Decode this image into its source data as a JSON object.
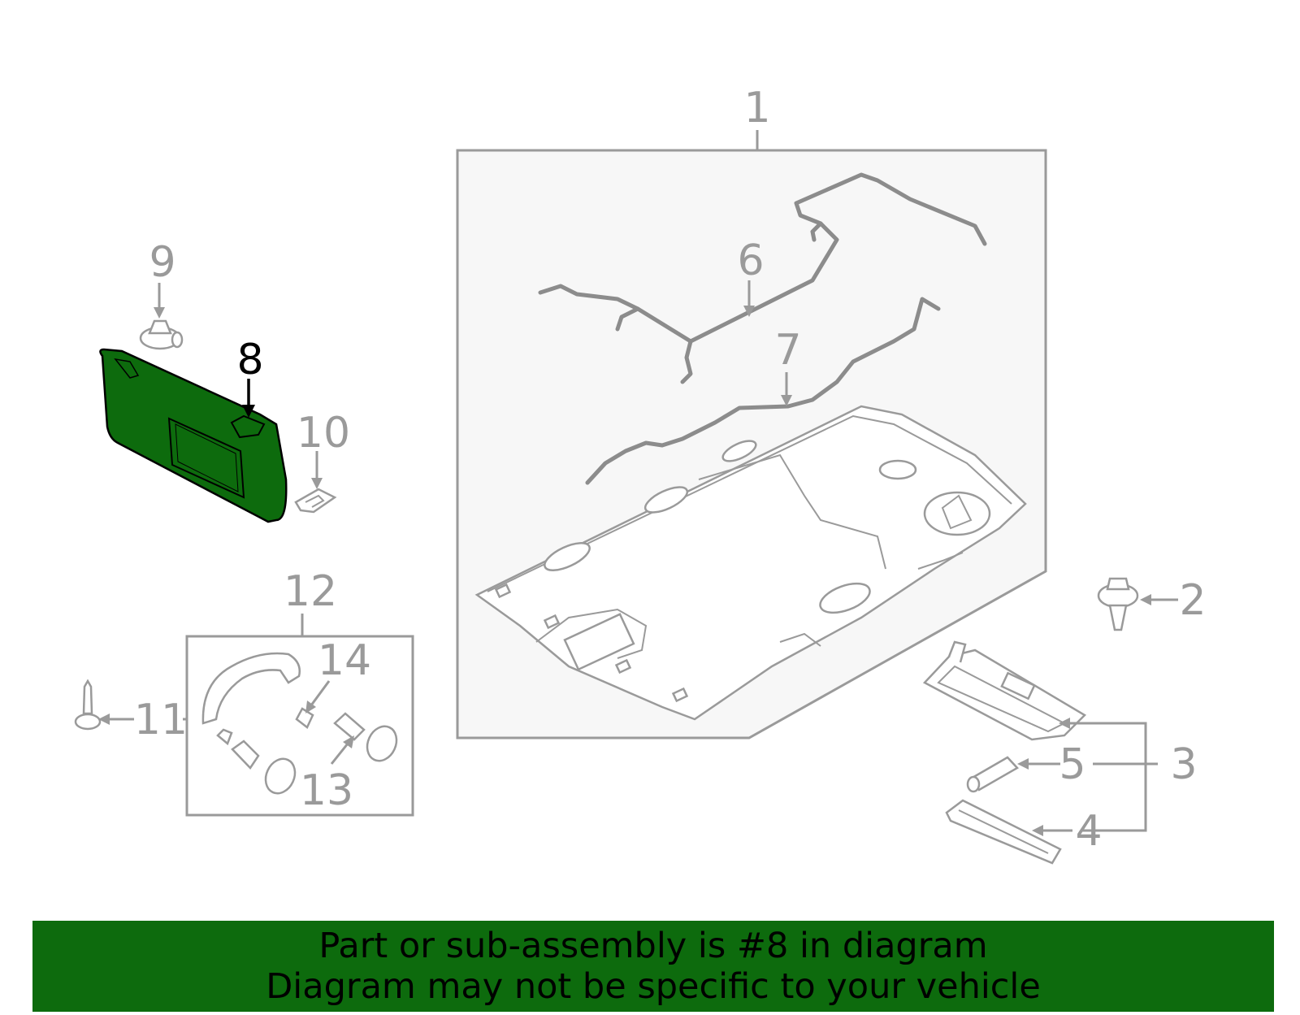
{
  "diagram": {
    "callouts": [
      "1",
      "2",
      "3",
      "4",
      "5",
      "6",
      "7",
      "8",
      "9",
      "10",
      "11",
      "12",
      "13",
      "14"
    ],
    "highlighted_callout": "8",
    "colors": {
      "highlight_fill": "#0d6b0d",
      "line_gray": "#9a9a9a",
      "box_fill": "#f7f7f7"
    }
  },
  "banner": {
    "line1": "Part or sub-assembly is #8 in diagram",
    "line2": "Diagram may not be specific to your vehicle",
    "background": "#0d6b0d"
  }
}
